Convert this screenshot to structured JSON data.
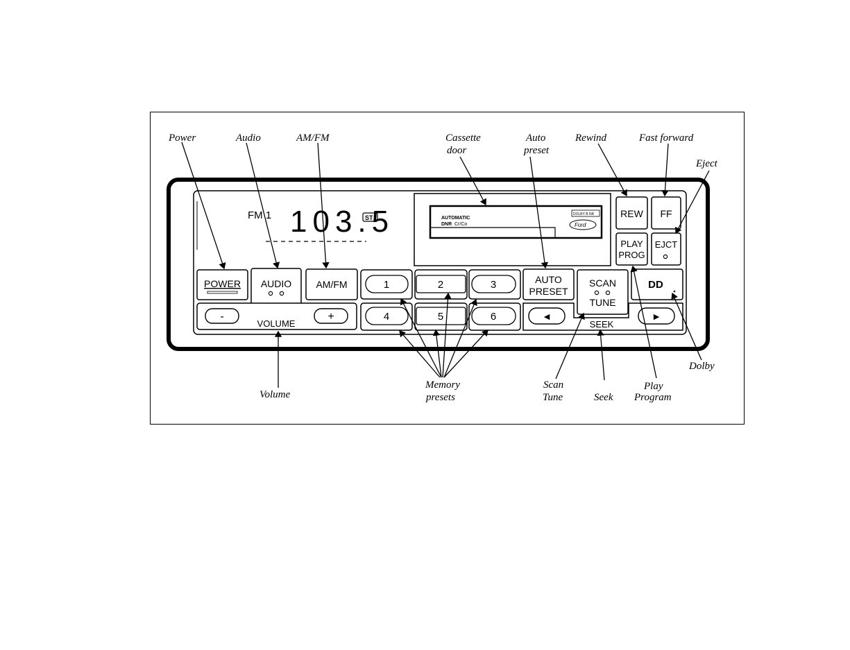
{
  "callouts": {
    "power": "Power",
    "audio": "Audio",
    "amfm": "AM/FM",
    "cassette_door": [
      "Cassette",
      "door"
    ],
    "auto_preset": [
      "Auto",
      "preset"
    ],
    "rewind": "Rewind",
    "fast_forward": "Fast forward",
    "eject": "Eject",
    "dolby": "Dolby",
    "play_program": [
      "Play",
      "Program"
    ],
    "seek": "Seek",
    "scan_tune": [
      "Scan",
      "Tune"
    ],
    "memory_presets": [
      "Memory",
      "presets"
    ],
    "volume": "Volume"
  },
  "display": {
    "band": "FM 1",
    "frequency": "103.5",
    "stereo": "ST"
  },
  "cassette": {
    "line1": "AUTOMATIC",
    "line2": "DNR",
    "line2b": "Cr/Co",
    "tag": "DOLBY B NR",
    "logo": "Ford"
  },
  "buttons": {
    "power": "POWER",
    "audio": "AUDIO",
    "amfm": "AM/FM",
    "preset_1": "1",
    "preset_2": "2",
    "preset_3": "3",
    "preset_4": "4",
    "preset_5": "5",
    "preset_6": "6",
    "auto": "AUTO",
    "preset": "PRESET",
    "scan": "SCAN",
    "tune": "TUNE",
    "rew": "REW",
    "ff": "FF",
    "play": "PLAY",
    "prog": "PROG",
    "ejct": "EJCT",
    "dolby": "DD",
    "vol_minus": "-",
    "vol_plus": "+",
    "volume": "VOLUME",
    "seek_back": "◄",
    "seek_fwd": "►",
    "seek": "SEEK"
  }
}
